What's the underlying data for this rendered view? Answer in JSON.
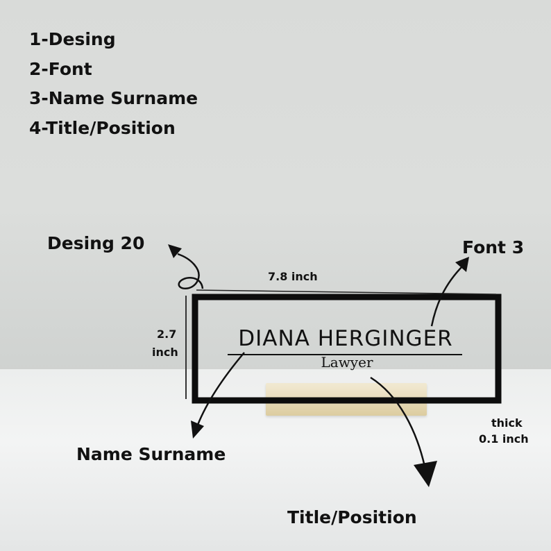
{
  "options_list": [
    "1-Desing",
    "2-Font",
    "3-Name Surname",
    "4-Title/Position"
  ],
  "annotations": {
    "design": "Desing 20",
    "font": "Font 3",
    "width": "7.8 inch",
    "height_value": "2.7",
    "height_unit": "inch",
    "thickness_line1": "thick",
    "thickness_line2": "0.1 inch",
    "name_label": "Name Surname",
    "title_label": "Title/Position"
  },
  "plate": {
    "name": "DIANA HERGINGER",
    "title": "Lawyer"
  }
}
